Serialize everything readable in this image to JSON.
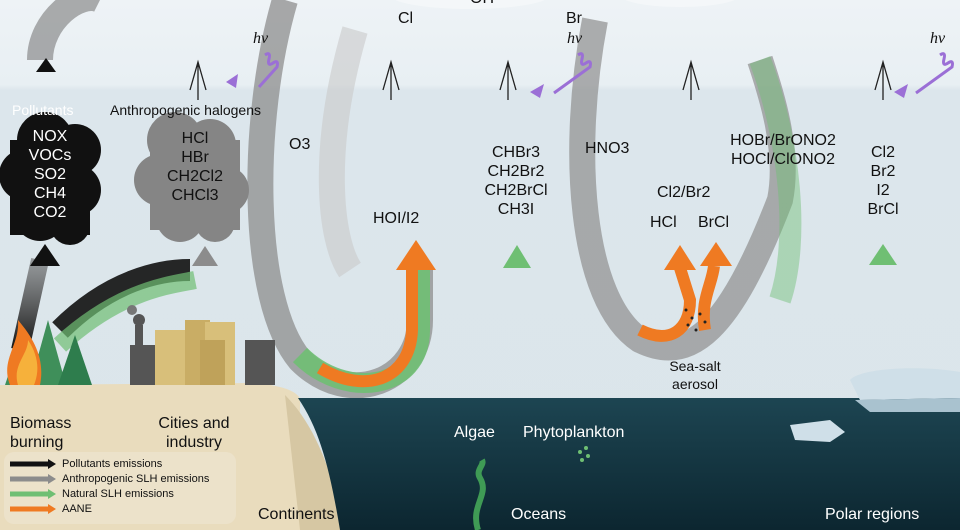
{
  "top": {
    "cl": "Cl",
    "oh": "OH",
    "br": "Br"
  },
  "hv": "hν",
  "sources": {
    "pollutants": {
      "title": "Pollutants",
      "species": [
        "NOX",
        "VOCs",
        "SO2",
        "CH4",
        "CO2"
      ]
    },
    "anthropogenic": {
      "title": "Anthropogenic halogens",
      "species": [
        "HCl",
        "HBr",
        "CH2Cl2",
        "CHCl3"
      ]
    },
    "o3": "O3",
    "hoi": "HOI/I2",
    "algae_species": [
      "CHBr3",
      "CH2Br2",
      "CH2BrCl",
      "CH3I"
    ],
    "hno3": "HNO3",
    "seasalt_mid": "Cl2/Br2",
    "seasalt_low": [
      "HCl",
      "BrCl"
    ],
    "seasalt_upper": [
      "HOBr/BrONO2",
      "HOCl/ClONO2"
    ],
    "polar_species": [
      "Cl2",
      "Br2",
      "I2",
      "BrCl"
    ]
  },
  "places": {
    "biomass": "Biomass burning",
    "cities": "Cities and industry",
    "seasalt": "Sea-salt aerosol",
    "algae": "Algae",
    "phytoplankton": "Phytoplankton",
    "continents": "Continents",
    "oceans": "Oceans",
    "polar": "Polar regions"
  },
  "legend": [
    {
      "label": "Pollutants emissions",
      "color": "#111111"
    },
    {
      "label": "Anthropogenic SLH emissions",
      "color": "#8c8c8c"
    },
    {
      "label": "Natural SLH emissions",
      "color": "#6fbf73"
    },
    {
      "label": "AANE",
      "color": "#ef7a22"
    }
  ],
  "colors": {
    "orange": "#ef7a22",
    "green": "#6fbf73",
    "gray": "#8c8c8c",
    "purple": "#9b6fd6",
    "ocean": "#12313d"
  }
}
